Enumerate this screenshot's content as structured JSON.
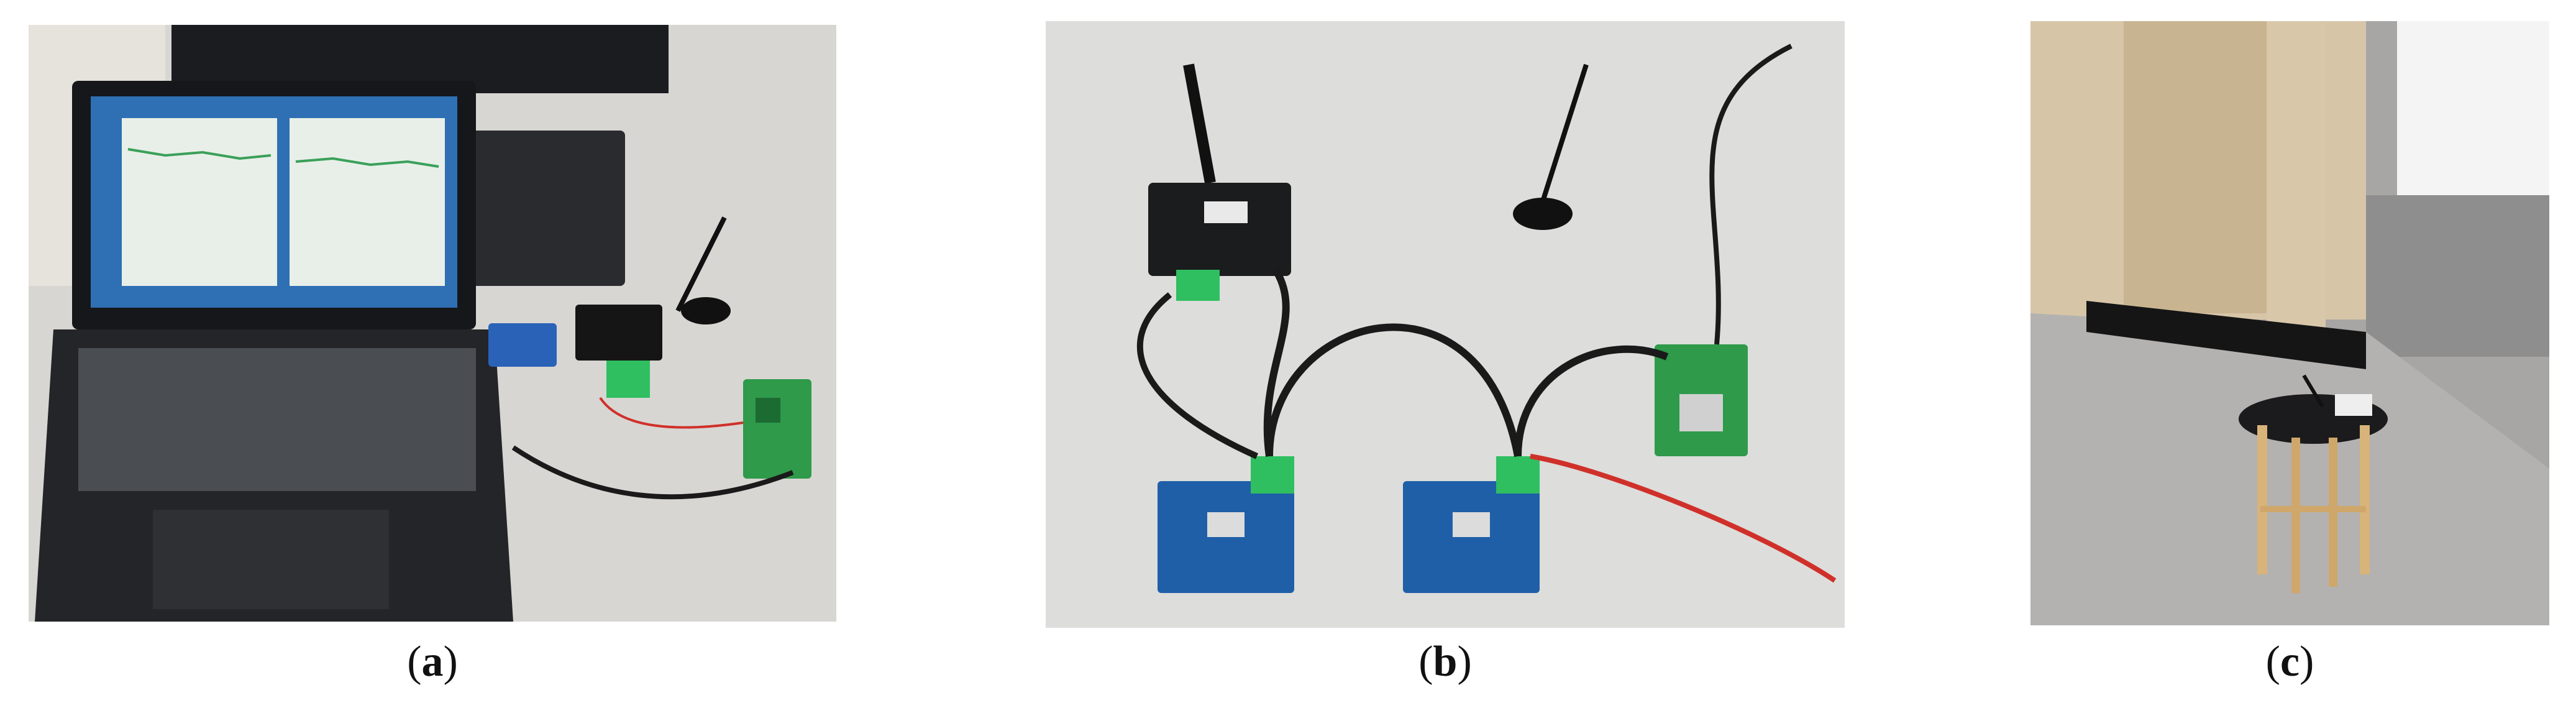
{
  "figure": {
    "panels": [
      {
        "letter": "a",
        "open": "(",
        "close": ")"
      },
      {
        "letter": "b",
        "open": "(",
        "close": ")"
      },
      {
        "letter": "c",
        "open": "(",
        "close": ")"
      }
    ]
  },
  "colors": {
    "background": "#ffffff",
    "desk": "#dcdcd8",
    "board_blue": "#1f5fa8",
    "board_green": "#2e9a4a",
    "terminal_green": "#2fbf60",
    "cable_black": "#1a1a1a",
    "cable_red": "#d0302a"
  },
  "icons": [
    "laptop-icon",
    "antenna-icon",
    "circuit-board-icon",
    "stool-icon"
  ]
}
